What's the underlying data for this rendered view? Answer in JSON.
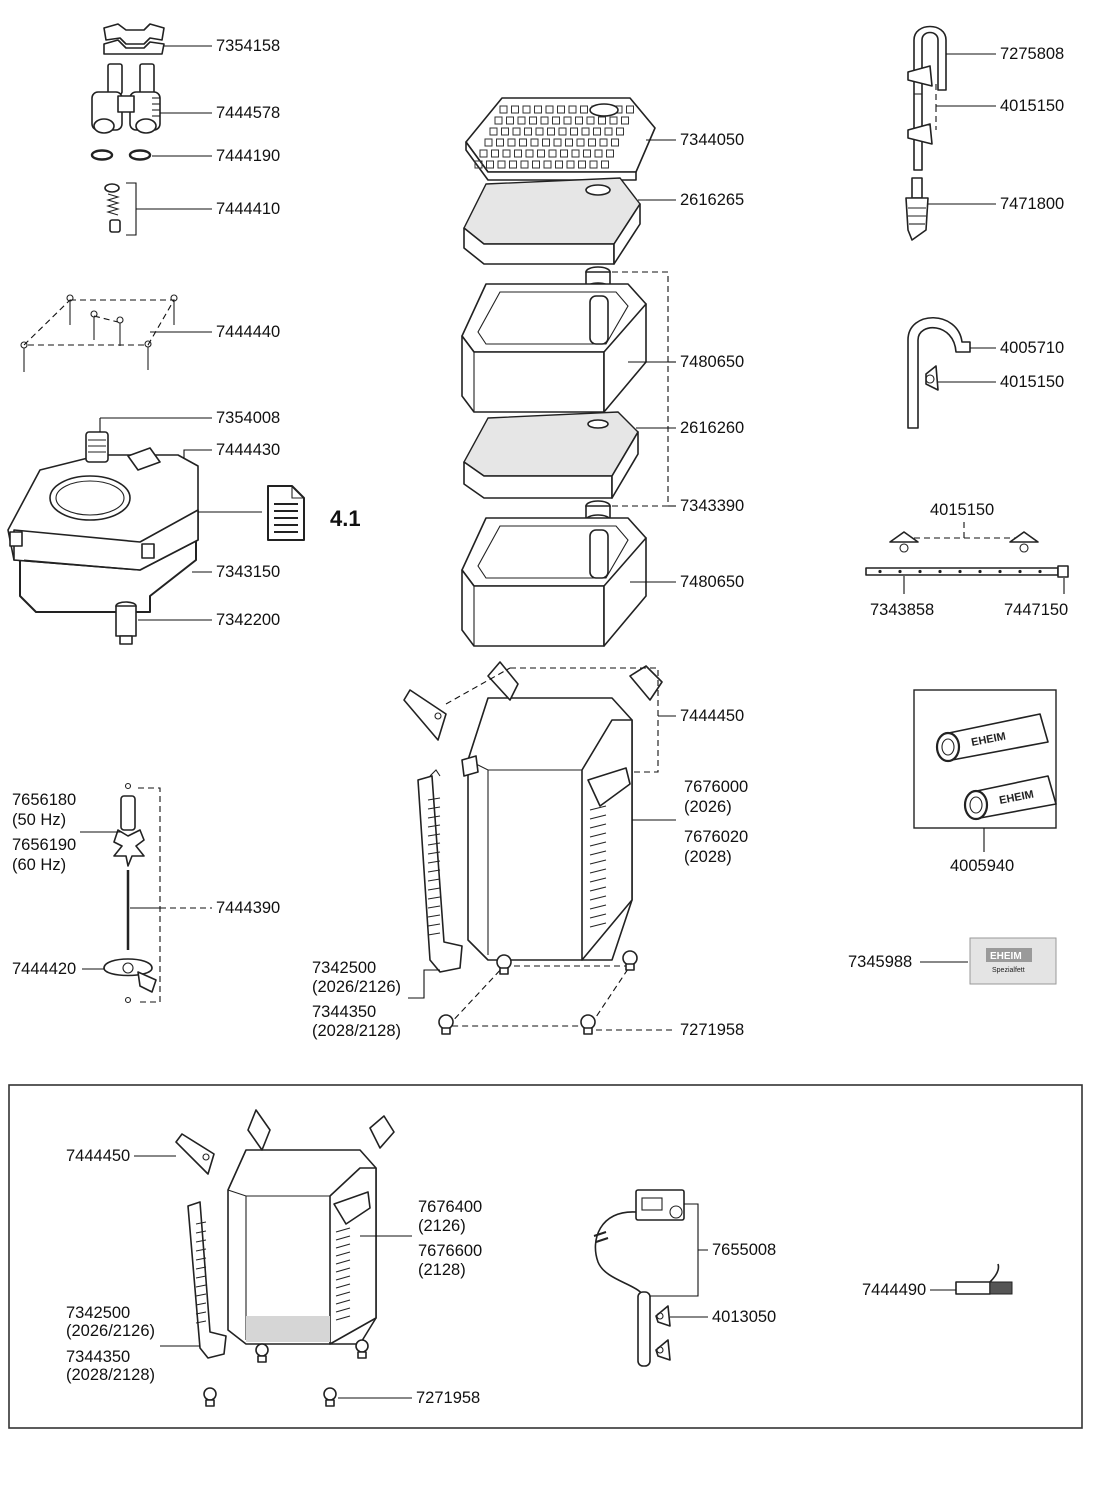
{
  "labels": {
    "p7354158": "7354158",
    "p7444578": "7444578",
    "p7444190": "7444190",
    "p7444410": "7444410",
    "p7444440": "7444440",
    "p7354008": "7354008",
    "p7444430": "7444430",
    "doc_ref": "4.1",
    "p7343150": "7343150",
    "p7342200": "7342200",
    "p7656180": "7656180",
    "hz50": "(50 Hz)",
    "p7656190": "7656190",
    "hz60": "(60 Hz)",
    "p7444390": "7444390",
    "p7444420": "7444420",
    "p7344050": "7344050",
    "p2616265": "2616265",
    "p7480650a": "7480650",
    "p2616260": "2616260",
    "p7343390": "7343390",
    "p7480650b": "7480650",
    "p7444450": "7444450",
    "p7676000": "7676000",
    "m2026": "(2026)",
    "p7676020": "7676020",
    "m2028": "(2028)",
    "p7342500": "7342500",
    "m2026_2126": "(2026/2126)",
    "p7344350": "7344350",
    "m2028_2128": "(2028/2128)",
    "p7271958": "7271958",
    "p7275808": "7275808",
    "p4015150a": "4015150",
    "p7471800": "7471800",
    "p4005710": "4005710",
    "p4015150b": "4015150",
    "p4015150c": "4015150",
    "p7343858": "7343858",
    "p7447150": "7447150",
    "hose_brand_1": "EHEIM",
    "hose_brand_2": "EHEIM",
    "p4005940": "4005940",
    "p7345988": "7345988",
    "sachet_brand": "EHEIM",
    "sachet_text": "Spezialfett",
    "b_p7444450": "7444450",
    "b_p7676400": "7676400",
    "b_m2126": "(2126)",
    "b_p7676600": "7676600",
    "b_m2128": "(2128)",
    "b_p7342500": "7342500",
    "b_m2026_2126": "(2026/2126)",
    "b_p7344350": "7344350",
    "b_m2028_2128": "(2028/2128)",
    "b_p7271958": "7271958",
    "b_p7655008": "7655008",
    "b_p4013050": "4013050",
    "b_p7444490": "7444490"
  }
}
